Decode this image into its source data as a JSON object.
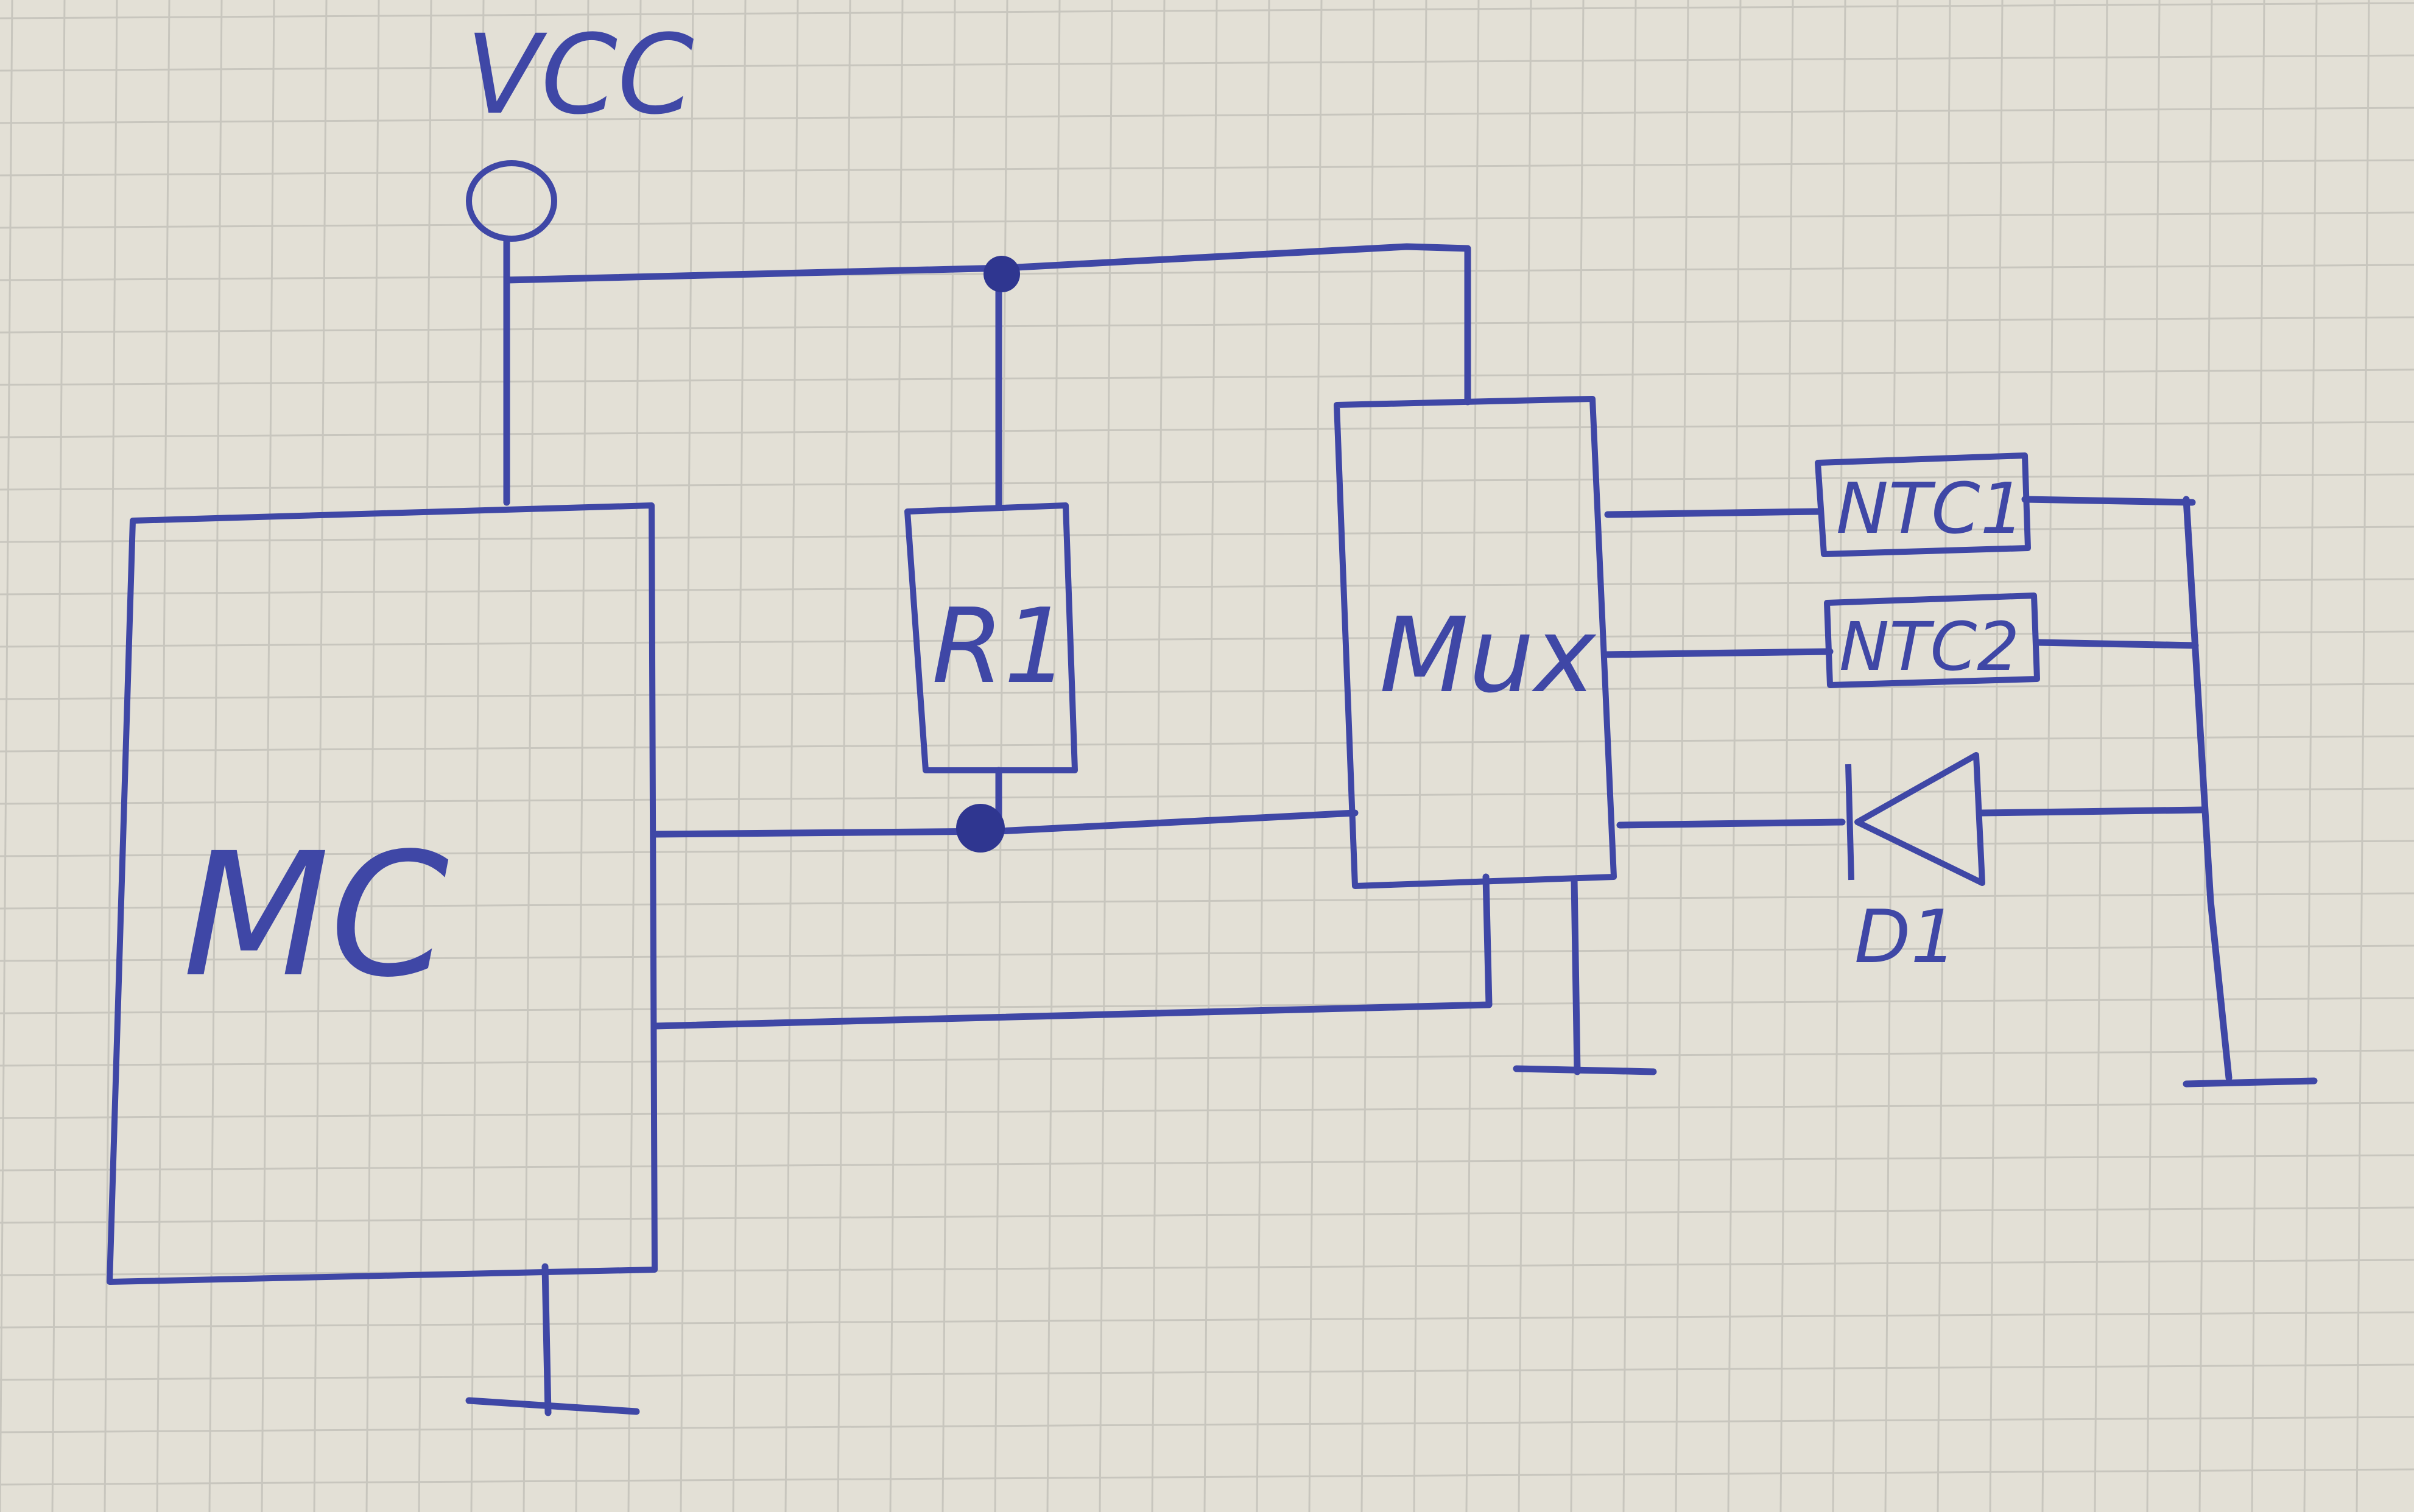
{
  "diagram": {
    "supply_label": "VCC",
    "mcu_label": "MC",
    "resistor_label": "R1",
    "mux_label": "Mux",
    "ntc1_label": "NTC1",
    "ntc2_label": "NTC2",
    "diode_label": "D1"
  },
  "colors": {
    "ink": "#3f47a6",
    "paper": "#e3e0d6",
    "grid": "#c8c6be"
  }
}
